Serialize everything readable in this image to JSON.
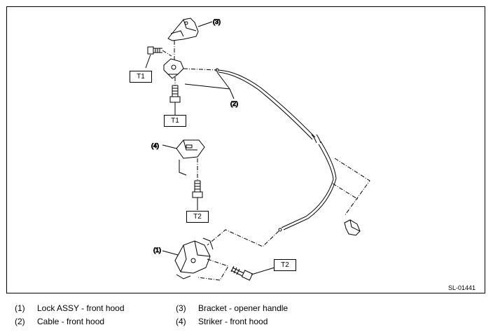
{
  "figure": {
    "id_label": "SL-01441",
    "callouts": {
      "c1": "(1)",
      "c2": "(2)",
      "c3": "(3)",
      "c4": "(4)"
    },
    "torque_labels": {
      "t1_upper": "T1",
      "t1_lower": "T1",
      "t2_striker": "T2",
      "t2_lock": "T2"
    }
  },
  "legend": {
    "items": [
      {
        "num": "(1)",
        "label": "Lock ASSY - front hood"
      },
      {
        "num": "(2)",
        "label": "Cable - front hood"
      },
      {
        "num": "(3)",
        "label": "Bracket - opener handle"
      },
      {
        "num": "(4)",
        "label": "Striker - front hood"
      }
    ]
  }
}
